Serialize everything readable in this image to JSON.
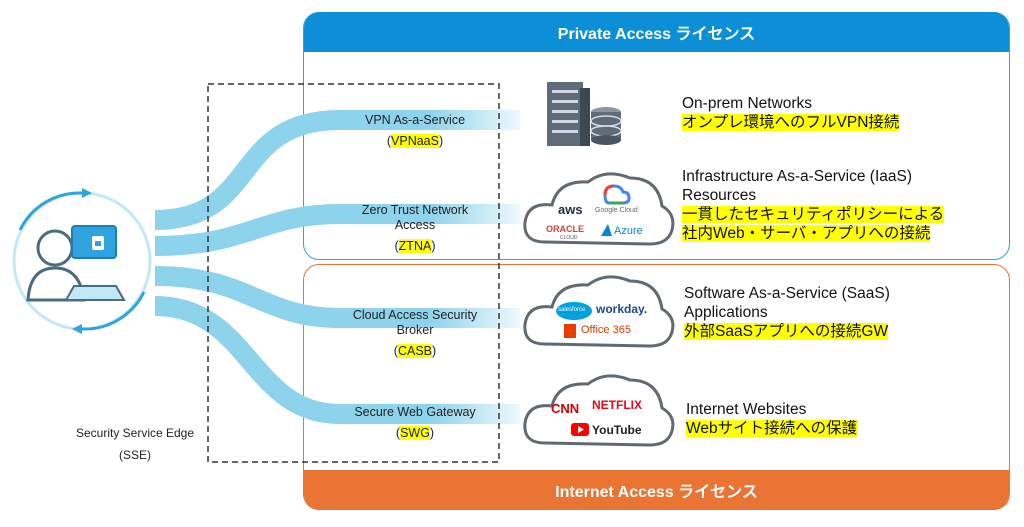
{
  "private_banner": "Private Access ライセンス",
  "internet_banner": "Internet Access ライセンス",
  "sse": {
    "line1": "Security Service Edge",
    "line2": "(SSE)"
  },
  "services": [
    {
      "name": "VPN As-a-Service",
      "name2": "",
      "abbr": "VPNaaS"
    },
    {
      "name": "Zero Trust Network",
      "name2": "Access",
      "abbr": "ZTNA"
    },
    {
      "name": "Cloud Access Security",
      "name2": "Broker",
      "abbr": "CASB"
    },
    {
      "name": "Secure Web Gateway",
      "name2": "",
      "abbr": "SWG"
    }
  ],
  "destinations": [
    {
      "title": "On-prem Networks",
      "title2": "",
      "note": "オンプレ環境へのフルVPN接続",
      "note2": ""
    },
    {
      "title": "Infrastructure As-a-Service (IaaS)",
      "title2": "Resources",
      "note": "一貫したセキュリティポリシーによる",
      "note2": "社内Web・サーバ・アプリへの接続"
    },
    {
      "title": "Software As-a-Service (SaaS)",
      "title2": "Applications",
      "note": "外部SaaSアプリへの接続GW",
      "note2": ""
    },
    {
      "title": "Internet Websites",
      "title2": "",
      "note": "Webサイト接続への保護",
      "note2": ""
    }
  ],
  "logos": {
    "iaas": [
      "aws",
      "Google Cloud",
      "ORACLE",
      "CLOUD",
      "Azure"
    ],
    "saas": [
      "salesforce",
      "workday.",
      "Office 365"
    ],
    "web": [
      "CNN",
      "NETFLIX",
      "YouTube"
    ]
  },
  "colors": {
    "private": "#0c8fd6",
    "internet": "#ea7434",
    "flow": "#8ed3ec",
    "highlight": "#ffff00"
  },
  "icons": [
    "user-laptop-icon",
    "building-server-icon",
    "cloud-icon"
  ]
}
